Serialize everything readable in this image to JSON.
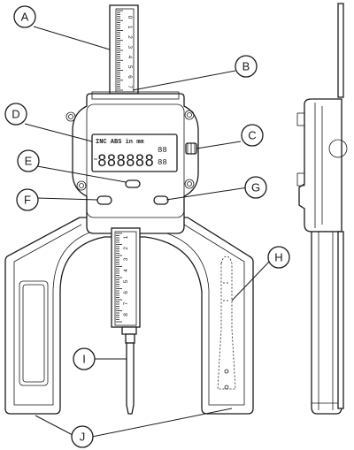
{
  "callouts": [
    {
      "id": "A",
      "label": "A"
    },
    {
      "id": "B",
      "label": "B"
    },
    {
      "id": "C",
      "label": "C"
    },
    {
      "id": "D",
      "label": "D"
    },
    {
      "id": "E",
      "label": "E"
    },
    {
      "id": "F",
      "label": "F"
    },
    {
      "id": "G",
      "label": "G"
    },
    {
      "id": "H",
      "label": "H"
    },
    {
      "id": "I",
      "label": "I"
    },
    {
      "id": "J",
      "label": "J"
    }
  ],
  "display": {
    "indicators": "INC  ABS  in   mm",
    "main_digits": "888888",
    "small_digits_top": "88",
    "small_digits_bottom": "88"
  },
  "upper_scale": {
    "digits": [
      "0",
      "1",
      "2",
      "3",
      "4",
      "5",
      "6",
      "7"
    ]
  },
  "lower_scale": {
    "digits": [
      "1",
      "2",
      "3",
      "4",
      "5",
      "6",
      "7",
      "8"
    ]
  }
}
